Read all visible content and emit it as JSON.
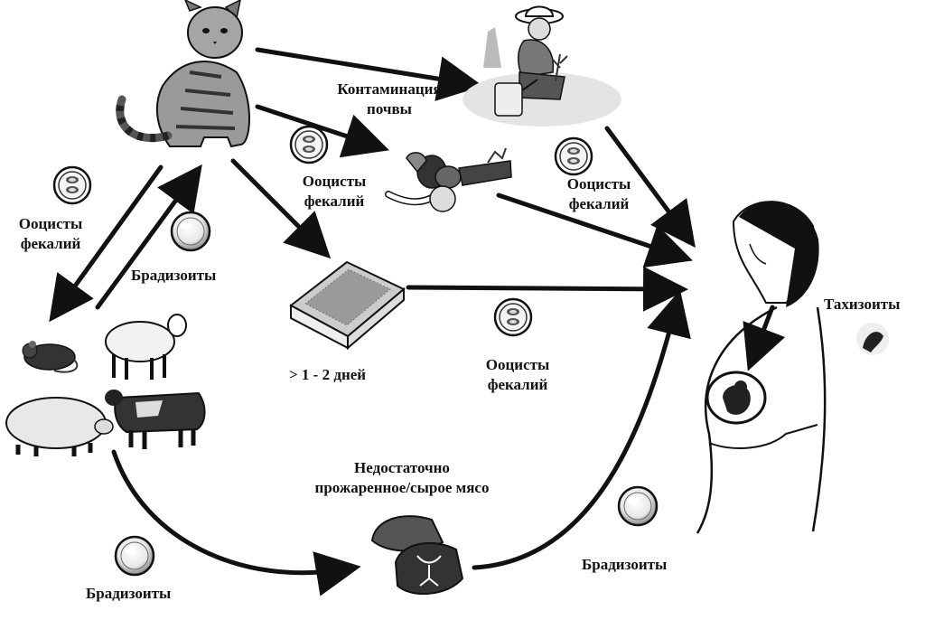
{
  "colors": {
    "ink": "#111111",
    "paper": "#ffffff",
    "shade": "#9a9a9a",
    "light": "#e4e4e4"
  },
  "icons": [
    "cat-icon",
    "gardener-icon",
    "vegetables-icon",
    "litter-box-icon",
    "pregnant-woman-icon",
    "fetus-icon",
    "mouse-icon",
    "sheep-icon",
    "pig-icon",
    "cow-icon",
    "raw-meat-icon",
    "oocyst-icon",
    "bradyzoite-cyst-icon",
    "tachyzoite-icon"
  ],
  "labels": {
    "soil_contamination": [
      "Контаминация",
      "почвы"
    ],
    "oocysts_center": [
      "Ооцисты",
      "фекалий"
    ],
    "oocysts_left": [
      "Ооцисты",
      "фекалий"
    ],
    "oocysts_right": [
      "Ооцисты",
      "фекалий"
    ],
    "oocysts_lower": [
      "Ооцисты",
      "фекалий"
    ],
    "bradyzoites_top": "Брадизоиты",
    "days": "> 1 - 2 дней",
    "undercooked_meat": [
      "Недостаточно",
      "прожаренное/сырое мясо"
    ],
    "bradyzoites_bottom": "Брадизоиты",
    "bradyzoites_right": "Брадизоиты",
    "tachyzoites": "Тахизоиты"
  }
}
